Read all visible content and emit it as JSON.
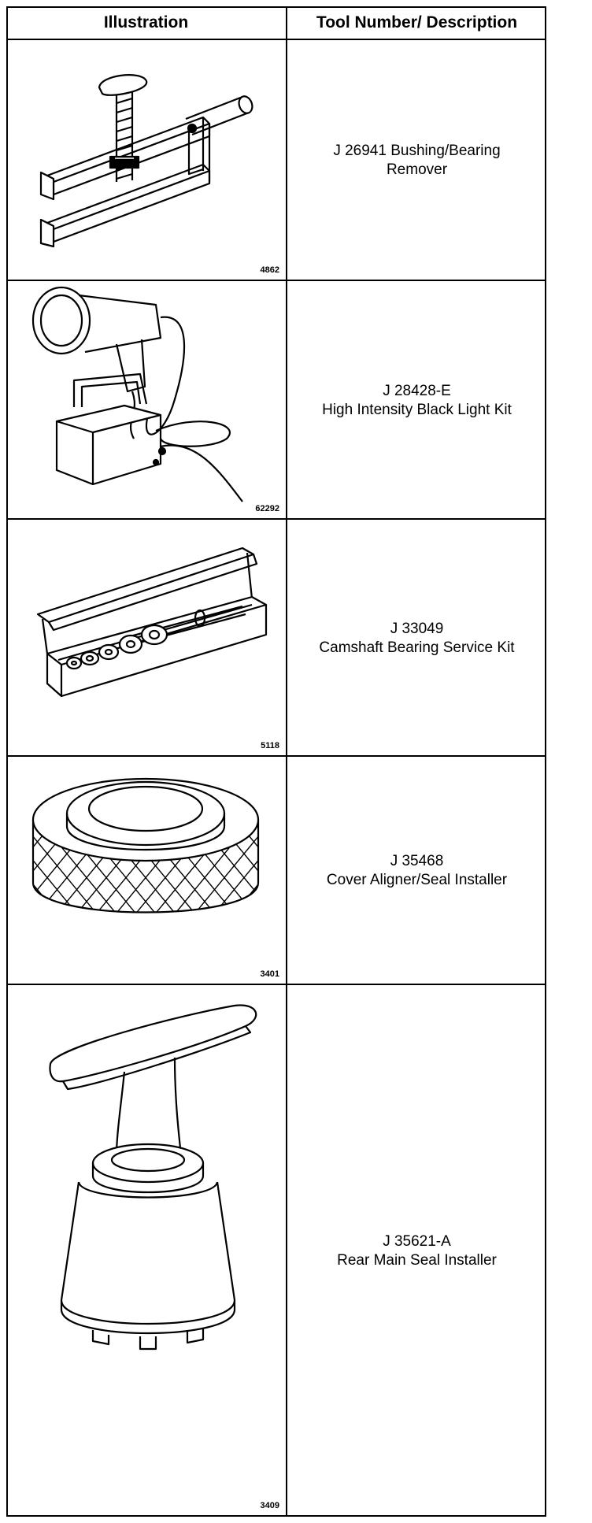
{
  "table": {
    "headers": [
      "Illustration",
      "Tool Number/ Description"
    ],
    "rows": [
      {
        "figure_number": "4862",
        "tool_number": "J 26941 Bushing/Bearing",
        "description": "Remover",
        "illustration": "bushing-bearing-remover-drawing"
      },
      {
        "figure_number": "62292",
        "tool_number": "J 28428-E",
        "description": "High Intensity Black Light Kit",
        "illustration": "black-light-kit-drawing"
      },
      {
        "figure_number": "5118",
        "tool_number": "J 33049",
        "description": "Camshaft Bearing Service Kit",
        "illustration": "camshaft-bearing-kit-drawing"
      },
      {
        "figure_number": "3401",
        "tool_number": "J 35468",
        "description": "Cover Aligner/Seal Installer",
        "illustration": "cover-aligner-drawing"
      },
      {
        "figure_number": "3409",
        "tool_number": "J 35621-A",
        "description": "Rear Main Seal Installer",
        "illustration": "rear-main-seal-installer-drawing"
      }
    ]
  }
}
